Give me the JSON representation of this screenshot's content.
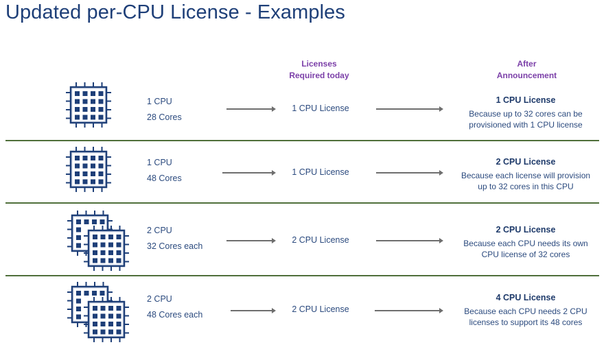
{
  "title": "Updated per-CPU License - Examples",
  "headers": {
    "today": [
      "Licenses",
      "Required today"
    ],
    "after": [
      "After",
      "Announcement"
    ]
  },
  "colors": {
    "title": "#1e3f78",
    "header": "#7b3fa8",
    "text": "#2b4a7e",
    "divider": "#4f6f3a",
    "arrow": "#6e6e6e",
    "chip": "#1e3f78"
  },
  "rows": [
    {
      "icon": "single-cpu-chip-icon",
      "cpu": "1 CPU",
      "cores": "28 Cores",
      "today": "1 CPU License",
      "after_title": "1 CPU License",
      "after_desc": [
        "Because up to 32 cores can be",
        "provisioned with 1 CPU license"
      ]
    },
    {
      "icon": "single-cpu-chip-icon",
      "cpu": "1 CPU",
      "cores": "48 Cores",
      "today": "1 CPU License",
      "after_title": "2 CPU License",
      "after_desc": [
        "Because each license will provision",
        "up to 32 cores in this CPU"
      ]
    },
    {
      "icon": "dual-cpu-chip-icon",
      "cpu": "2 CPU",
      "cores": "32 Cores each",
      "today": "2 CPU License",
      "after_title": "2 CPU License",
      "after_desc": [
        "Because each CPU needs its own",
        "CPU license of 32 cores"
      ]
    },
    {
      "icon": "dual-cpu-chip-icon",
      "cpu": "2 CPU",
      "cores": "48 Cores each",
      "today": "2 CPU License",
      "after_title": "4 CPU License",
      "after_desc": [
        "Because each CPU needs 2 CPU",
        "licenses to support its 48 cores"
      ]
    }
  ]
}
